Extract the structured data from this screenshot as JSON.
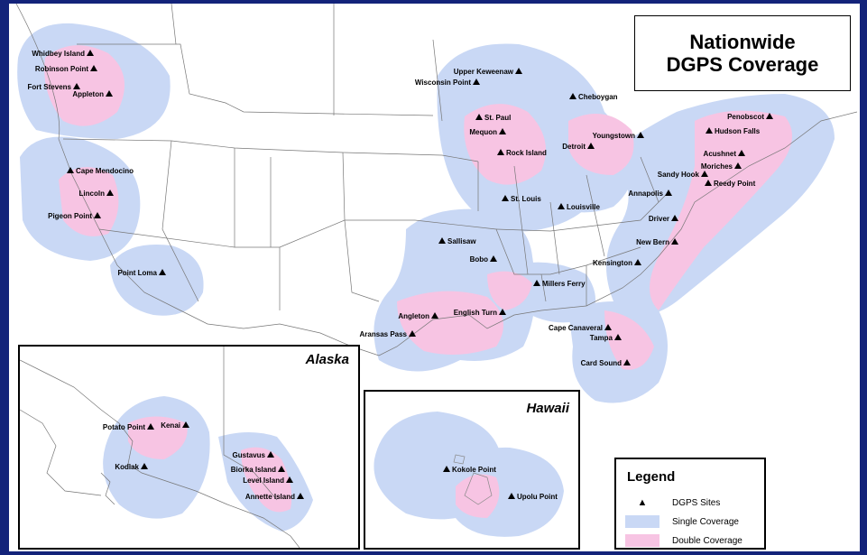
{
  "title": {
    "line1": "Nationwide",
    "line2": "DGPS Coverage"
  },
  "colors": {
    "single": "#c9d8f5",
    "double": "#f7c4e3",
    "site": "#000000",
    "border": "#13237a"
  },
  "sites": [
    {
      "name": "Whidbey Island"
    },
    {
      "name": "Robinson Point"
    },
    {
      "name": "Fort Stevens"
    },
    {
      "name": "Appleton"
    },
    {
      "name": "Cape Mendocino"
    },
    {
      "name": "Lincoln"
    },
    {
      "name": "Pigeon Point"
    },
    {
      "name": "Point Loma"
    },
    {
      "name": "Upper Keweenaw"
    },
    {
      "name": "Wisconsin Point"
    },
    {
      "name": "Cheboygan"
    },
    {
      "name": "St. Paul"
    },
    {
      "name": "Mequon"
    },
    {
      "name": "Rock Island"
    },
    {
      "name": "Youngstown"
    },
    {
      "name": "Detroit"
    },
    {
      "name": "Penobscot"
    },
    {
      "name": "Hudson Falls"
    },
    {
      "name": "Acushnet"
    },
    {
      "name": "Moriches"
    },
    {
      "name": "Sandy Hook"
    },
    {
      "name": "Reedy Point"
    },
    {
      "name": "Annapolis"
    },
    {
      "name": "St. Louis"
    },
    {
      "name": "Louisville"
    },
    {
      "name": "Driver"
    },
    {
      "name": "Sallisaw"
    },
    {
      "name": "New Bern"
    },
    {
      "name": "Bobo"
    },
    {
      "name": "Kensington"
    },
    {
      "name": "Millers Ferry"
    },
    {
      "name": "English Turn"
    },
    {
      "name": "Angleton"
    },
    {
      "name": "Aransas Pass"
    },
    {
      "name": "Cape Canaveral"
    },
    {
      "name": "Tampa"
    },
    {
      "name": "Card Sound"
    }
  ],
  "alaska": {
    "title": "Alaska",
    "sites": [
      {
        "name": "Potato Point"
      },
      {
        "name": "Kenai"
      },
      {
        "name": "Kodiak"
      },
      {
        "name": "Gustavus"
      },
      {
        "name": "Biorka Island"
      },
      {
        "name": "Level Island"
      },
      {
        "name": "Annette Island"
      }
    ]
  },
  "hawaii": {
    "title": "Hawaii",
    "sites": [
      {
        "name": "Kokole Point"
      },
      {
        "name": "Upolu Point"
      }
    ]
  },
  "legend": {
    "title": "Legend",
    "items": [
      {
        "label": "DGPS Sites"
      },
      {
        "label": "Single Coverage"
      },
      {
        "label": "Double Coverage"
      }
    ]
  }
}
